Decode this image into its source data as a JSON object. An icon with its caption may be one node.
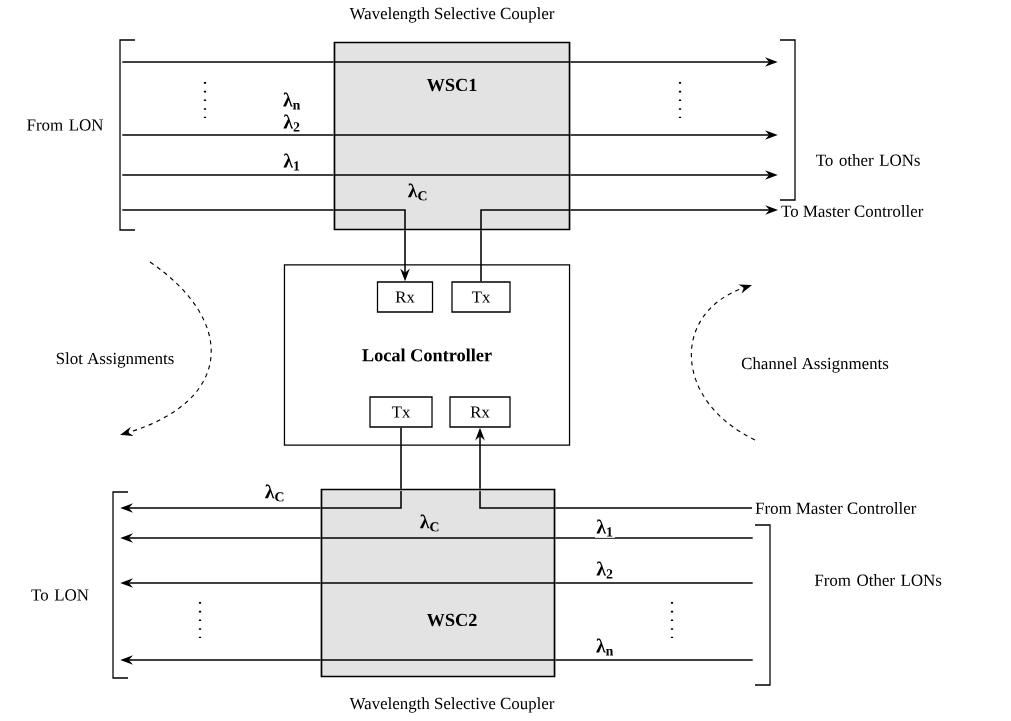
{
  "diagram": {
    "nodes": [
      {
        "text": [
          "Wavelength Selective Coupler",
          "WSC1"
        ]
      },
      {
        "text": [
          "From LON"
        ]
      },
      {
        "text": [
          "To other LONs"
        ]
      },
      {
        "text": [
          "To Master Controller"
        ]
      },
      {
        "text": [
          "Local Controller"
        ]
      },
      {
        "text": [
          "Rx"
        ],
        "in": 4
      },
      {
        "text": [
          "Tx"
        ],
        "in": 4
      },
      {
        "text": [
          "Tx"
        ],
        "in": 4
      },
      {
        "text": [
          "Rx"
        ],
        "in": 4
      },
      {
        "text": [
          "From Master Controller"
        ]
      },
      {
        "text": [
          "To LON"
        ]
      },
      {
        "text": [
          "From Other LONs"
        ]
      },
      {
        "text": [
          "WSC2",
          "Wavelength Selective Coupler"
        ]
      }
    ],
    "edges": [
      {
        "from": 1,
        "to": 0,
        "arrow": "none",
        "label": "λ$_{n}$"
      },
      {
        "from": 1,
        "to": 0,
        "arrow": "none",
        "label": "λ$_{2}$"
      },
      {
        "from": 1,
        "to": 0,
        "arrow": "none",
        "label": "λ$_{1}$"
      },
      {
        "from": 1,
        "to": 0,
        "arrow": "none"
      },
      {
        "from": 0,
        "to": 2,
        "arrow": "to"
      },
      {
        "from": 0,
        "to": 2,
        "arrow": "to"
      },
      {
        "from": 0,
        "to": 2,
        "arrow": "to"
      },
      {
        "from": 0,
        "to": 5,
        "arrow": "to"
      },
      {
        "from": 6,
        "to": 0,
        "arrow": "none"
      },
      {
        "from": 0,
        "to": 3,
        "arrow": "to"
      },
      {
        "from": 9,
        "to": 12,
        "arrow": "none"
      },
      {
        "from": 12,
        "to": 8,
        "arrow": "to"
      },
      {
        "from": 7,
        "to": 12,
        "arrow": "none"
      },
      {
        "from": 12,
        "to": 10,
        "arrow": "to",
        "label": "λ$_{C}$"
      },
      {
        "from": 11,
        "to": 12,
        "arrow": "none",
        "label": "λ$_{1}$"
      },
      {
        "from": 11,
        "to": 12,
        "arrow": "none",
        "label": "λ$_{2}$"
      },
      {
        "from": 11,
        "to": 12,
        "arrow": "none",
        "label": "λ$_{n}$"
      },
      {
        "from": 12,
        "to": 10,
        "arrow": "to"
      },
      {
        "from": 12,
        "to": 10,
        "arrow": "to"
      },
      {
        "from": 12,
        "to": 10,
        "arrow": "to"
      }
    ],
    "labels": [
      "λ$_{C}$",
      "Slot Assignments",
      "Channel Assignments",
      "λ$_{C}$"
    ]
  }
}
